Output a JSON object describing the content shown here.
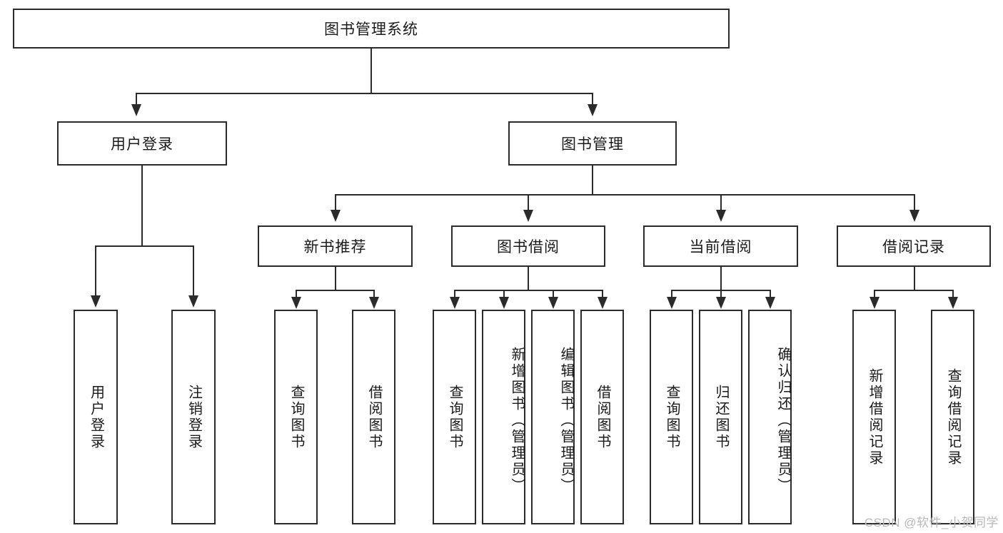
{
  "diagram": {
    "title": "图书管理系统",
    "type": "tree-hierarchy-diagram",
    "root": {
      "label": "图书管理系统"
    },
    "level2": [
      {
        "label": "用户登录"
      },
      {
        "label": "图书管理"
      }
    ],
    "level3": [
      {
        "label": "新书推荐"
      },
      {
        "label": "图书借阅"
      },
      {
        "label": "当前借阅"
      },
      {
        "label": "借阅记录"
      }
    ],
    "leaves": {
      "user_login": [
        {
          "label": "用户登录"
        },
        {
          "label": "注销登录"
        }
      ],
      "new_book_recommend": [
        {
          "label": "查询图书"
        },
        {
          "label": "借阅图书"
        }
      ],
      "book_borrow": [
        {
          "label": "查询图书"
        },
        {
          "label": "新增图书（管理员）"
        },
        {
          "label": "编辑图书（管理员）"
        },
        {
          "label": "借阅图书"
        }
      ],
      "current_borrow": [
        {
          "label": "查询图书"
        },
        {
          "label": "归还图书"
        },
        {
          "label": "确认归还（管理员）"
        }
      ],
      "borrow_record": [
        {
          "label": "新增借阅记录"
        },
        {
          "label": "查询借阅记录"
        }
      ]
    }
  },
  "watermark": {
    "text": "CSDN @软件_小贺同学"
  },
  "colors": {
    "stroke": "#2b2b2b",
    "fill": "#ffffff",
    "text": "#1a1a1a",
    "watermark": "#b9b9b9"
  }
}
